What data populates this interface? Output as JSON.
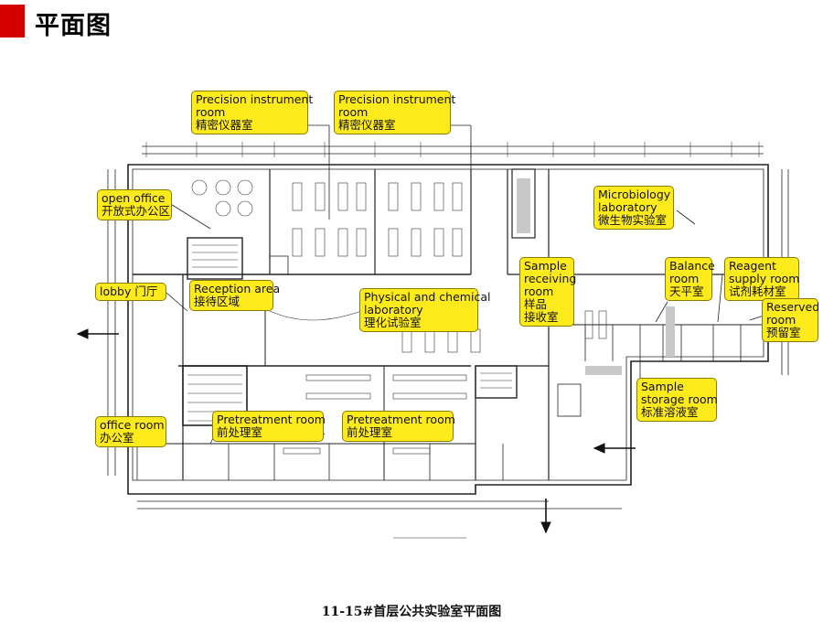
{
  "header": {
    "title": "平面图",
    "accent_color": "#d40000"
  },
  "callout_color": "#ffeb1c",
  "callouts": {
    "precision1": [
      "Precision instrument",
      "room",
      "精密仪器室"
    ],
    "precision2": [
      "Precision instrument",
      "room",
      "精密仪器室"
    ],
    "open_office": [
      "open office",
      "开放式办公区"
    ],
    "microbiology": [
      "Microbiology",
      "laboratory",
      "微生物实验室"
    ],
    "sample_receiving": [
      "Sample",
      "receiving",
      "room",
      "样品",
      "接收室"
    ],
    "balance": [
      "Balance",
      "room",
      "天平室"
    ],
    "reagent": [
      "Reagent",
      "supply room",
      "试剂耗材室"
    ],
    "lobby": [
      "lobby 门厅"
    ],
    "reception": [
      "Reception area",
      "接待区域"
    ],
    "physical_chemical": [
      "Physical and chemical",
      "laboratory",
      "理化试验室"
    ],
    "reserved": [
      "Reserved",
      "room",
      "预留室"
    ],
    "sample_storage": [
      "Sample",
      "storage room",
      "标准溶液室"
    ],
    "office_room": [
      "office room",
      "办公室"
    ],
    "pretreatment1": [
      "Pretreatment room",
      "前处理室"
    ],
    "pretreatment2": [
      "Pretreatment room",
      "前处理室"
    ]
  },
  "caption": "11-15#首层公共实验室平面图"
}
